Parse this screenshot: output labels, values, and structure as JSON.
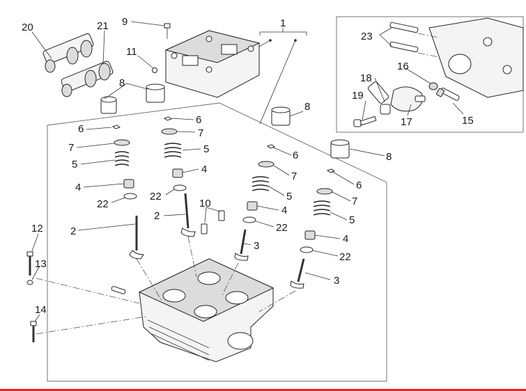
{
  "labels": {
    "l1": "1",
    "l2a": "2",
    "l2b": "2",
    "l3a": "3",
    "l3b": "3",
    "l4a": "4",
    "l4b": "4",
    "l4c": "4",
    "l4d": "4",
    "l5a": "5",
    "l5b": "5",
    "l5c": "5",
    "l5d": "5",
    "l6a": "6",
    "l6b": "6",
    "l6c": "6",
    "l6d": "6",
    "l7a": "7",
    "l7b": "7",
    "l7c": "7",
    "l7d": "7",
    "l8a": "8",
    "l8b": "8",
    "l8c": "8",
    "l9": "9",
    "l10": "10",
    "l11": "11",
    "l12": "12",
    "l13": "13",
    "l14": "14",
    "l15": "15",
    "l16": "16",
    "l17": "17",
    "l18": "18",
    "l19": "19",
    "l20": "20",
    "l21": "21",
    "l22a": "22",
    "l22b": "22",
    "l22c": "22",
    "l22d": "22",
    "l23": "23"
  },
  "colors": {
    "accent_bar": "#d9262b",
    "line": "#222222"
  }
}
